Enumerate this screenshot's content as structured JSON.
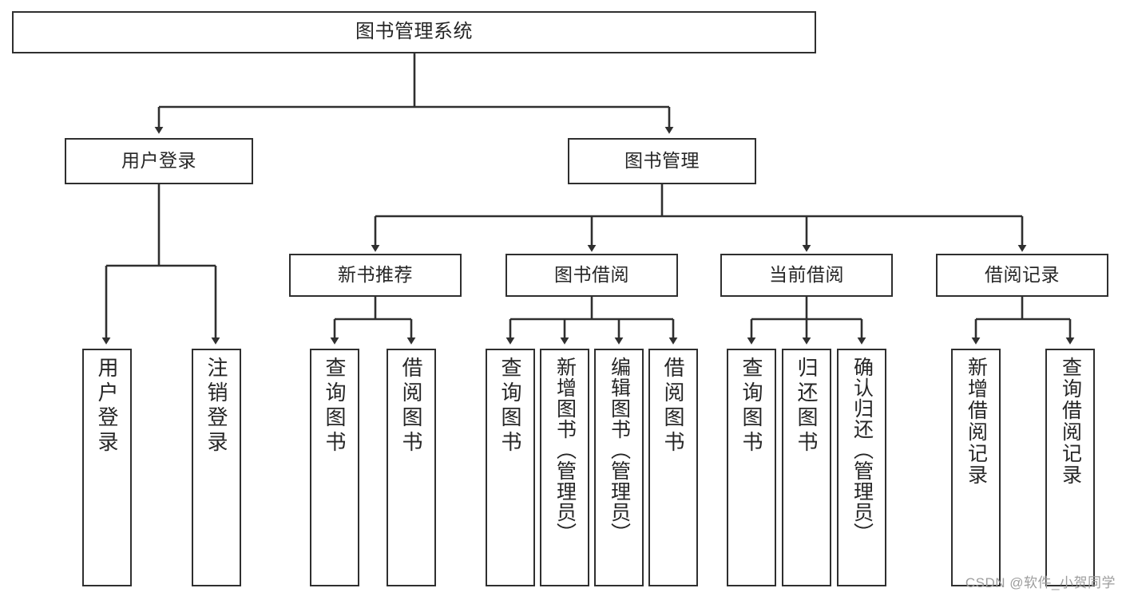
{
  "diagram": {
    "title": "图书管理系统",
    "type": "tree",
    "orientation": "top-down",
    "style": {
      "border_color": "#2f2f2f",
      "fill_color": "#ffffff",
      "text_color": "#262626",
      "edge_color": "#2f2f2f",
      "background": "#ffffff"
    },
    "levels": [
      {
        "level": 1,
        "nodes": [
          {
            "id": "root",
            "label": "图书管理系统",
            "text_direction": "horizontal"
          }
        ]
      },
      {
        "level": 2,
        "nodes": [
          {
            "id": "login",
            "label": "用户登录",
            "parent": "root",
            "text_direction": "horizontal"
          },
          {
            "id": "books",
            "label": "图书管理",
            "parent": "root",
            "text_direction": "horizontal"
          }
        ]
      },
      {
        "level": 3,
        "nodes": [
          {
            "id": "newrec",
            "label": "新书推荐",
            "parent": "books",
            "text_direction": "horizontal"
          },
          {
            "id": "borrow",
            "label": "图书借阅",
            "parent": "books",
            "text_direction": "horizontal"
          },
          {
            "id": "current",
            "label": "当前借阅",
            "parent": "books",
            "text_direction": "horizontal"
          },
          {
            "id": "records",
            "label": "借阅记录",
            "parent": "books",
            "text_direction": "horizontal"
          }
        ]
      },
      {
        "level": 4,
        "nodes": [
          {
            "id": "leaf1",
            "label": "用户登录",
            "parent": "login",
            "text_direction": "vertical"
          },
          {
            "id": "leaf2",
            "label": "注销登录",
            "parent": "login",
            "text_direction": "vertical"
          },
          {
            "id": "leaf3",
            "label": "查询图书",
            "parent": "newrec",
            "text_direction": "vertical"
          },
          {
            "id": "leaf4",
            "label": "借阅图书",
            "parent": "newrec",
            "text_direction": "vertical"
          },
          {
            "id": "leaf5",
            "label": "查询图书",
            "parent": "borrow",
            "text_direction": "vertical"
          },
          {
            "id": "leaf6",
            "label": "新增图书（管理员）",
            "parent": "borrow",
            "text_direction": "vertical"
          },
          {
            "id": "leaf7",
            "label": "编辑图书（管理员）",
            "parent": "borrow",
            "text_direction": "vertical"
          },
          {
            "id": "leaf8",
            "label": "借阅图书",
            "parent": "borrow",
            "text_direction": "vertical"
          },
          {
            "id": "leaf9",
            "label": "查询图书",
            "parent": "current",
            "text_direction": "vertical"
          },
          {
            "id": "leaf10",
            "label": "归还图书",
            "parent": "current",
            "text_direction": "vertical"
          },
          {
            "id": "leaf11",
            "label": "确认归还（管理员）",
            "parent": "current",
            "text_direction": "vertical"
          },
          {
            "id": "leaf12",
            "label": "新增借阅记录",
            "parent": "records",
            "text_direction": "vertical"
          },
          {
            "id": "leaf13",
            "label": "查询借阅记录",
            "parent": "records",
            "text_direction": "vertical"
          }
        ]
      }
    ]
  },
  "watermark": {
    "text": "CSDN @软件_小贺同学"
  }
}
